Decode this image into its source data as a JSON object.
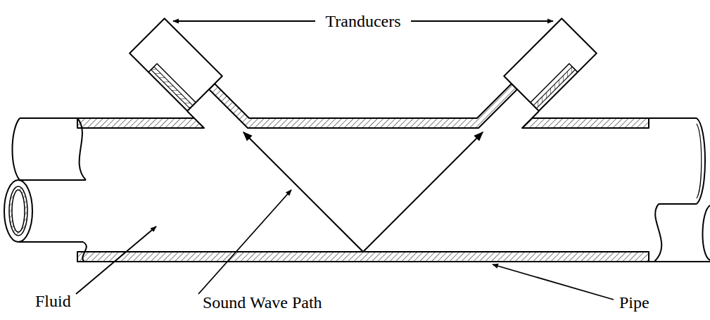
{
  "diagram": {
    "labels": [
      "Tranducers",
      "Fluid",
      "Sound Wave Path",
      "Pipe"
    ]
  }
}
